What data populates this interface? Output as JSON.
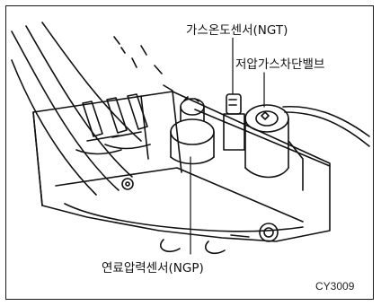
{
  "labels": {
    "gas_temp_sensor": "가스온도센서(NGT)",
    "low_pressure_valve": "저압가스차단밸브",
    "fuel_pressure_sensor": "연료압력센서(NGP)"
  },
  "figure_code": "CY3009",
  "colors": {
    "ink": "#111111",
    "background": "#ffffff"
  }
}
